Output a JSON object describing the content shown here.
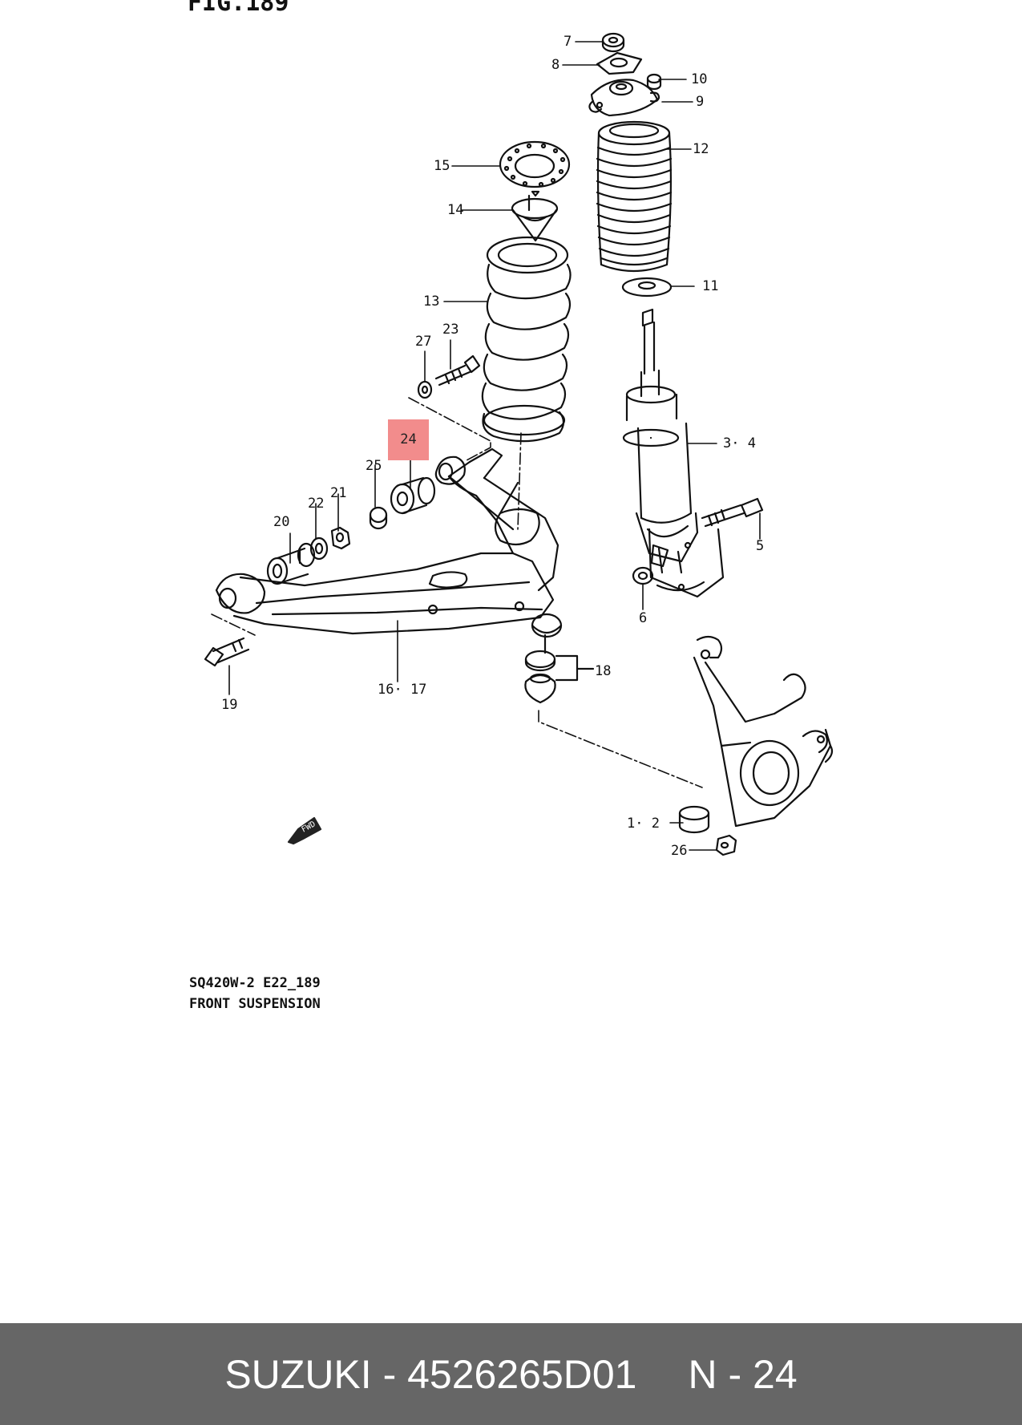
{
  "figure": {
    "title": "FIG.189",
    "fwd_label": "FWD",
    "caption_line1": "SQ420W-2 E22_189",
    "caption_line2": "FRONT SUSPENSION"
  },
  "callouts": {
    "c1": "1· 2",
    "c3": "3· 4",
    "c5": "5",
    "c6": "6",
    "c7": "7",
    "c8": "8",
    "c9": "9",
    "c10": "10",
    "c11": "11",
    "c12": "12",
    "c13": "13",
    "c14": "14",
    "c15": "15",
    "c16": "16· 17",
    "c18": "18",
    "c19": "19",
    "c20": "20",
    "c21": "21",
    "c22": "22",
    "c23": "23",
    "c24": "24",
    "c25": "25",
    "c26": "26",
    "c27": "27"
  },
  "highlighted_part": "24",
  "footer": {
    "brand_part": "SUZUKI - 4526265D01",
    "position": "N - 24"
  },
  "colors": {
    "highlight": "#f28c8c",
    "footer_bg": "#666666",
    "footer_text": "#ffffff",
    "line_art": "#111111"
  }
}
